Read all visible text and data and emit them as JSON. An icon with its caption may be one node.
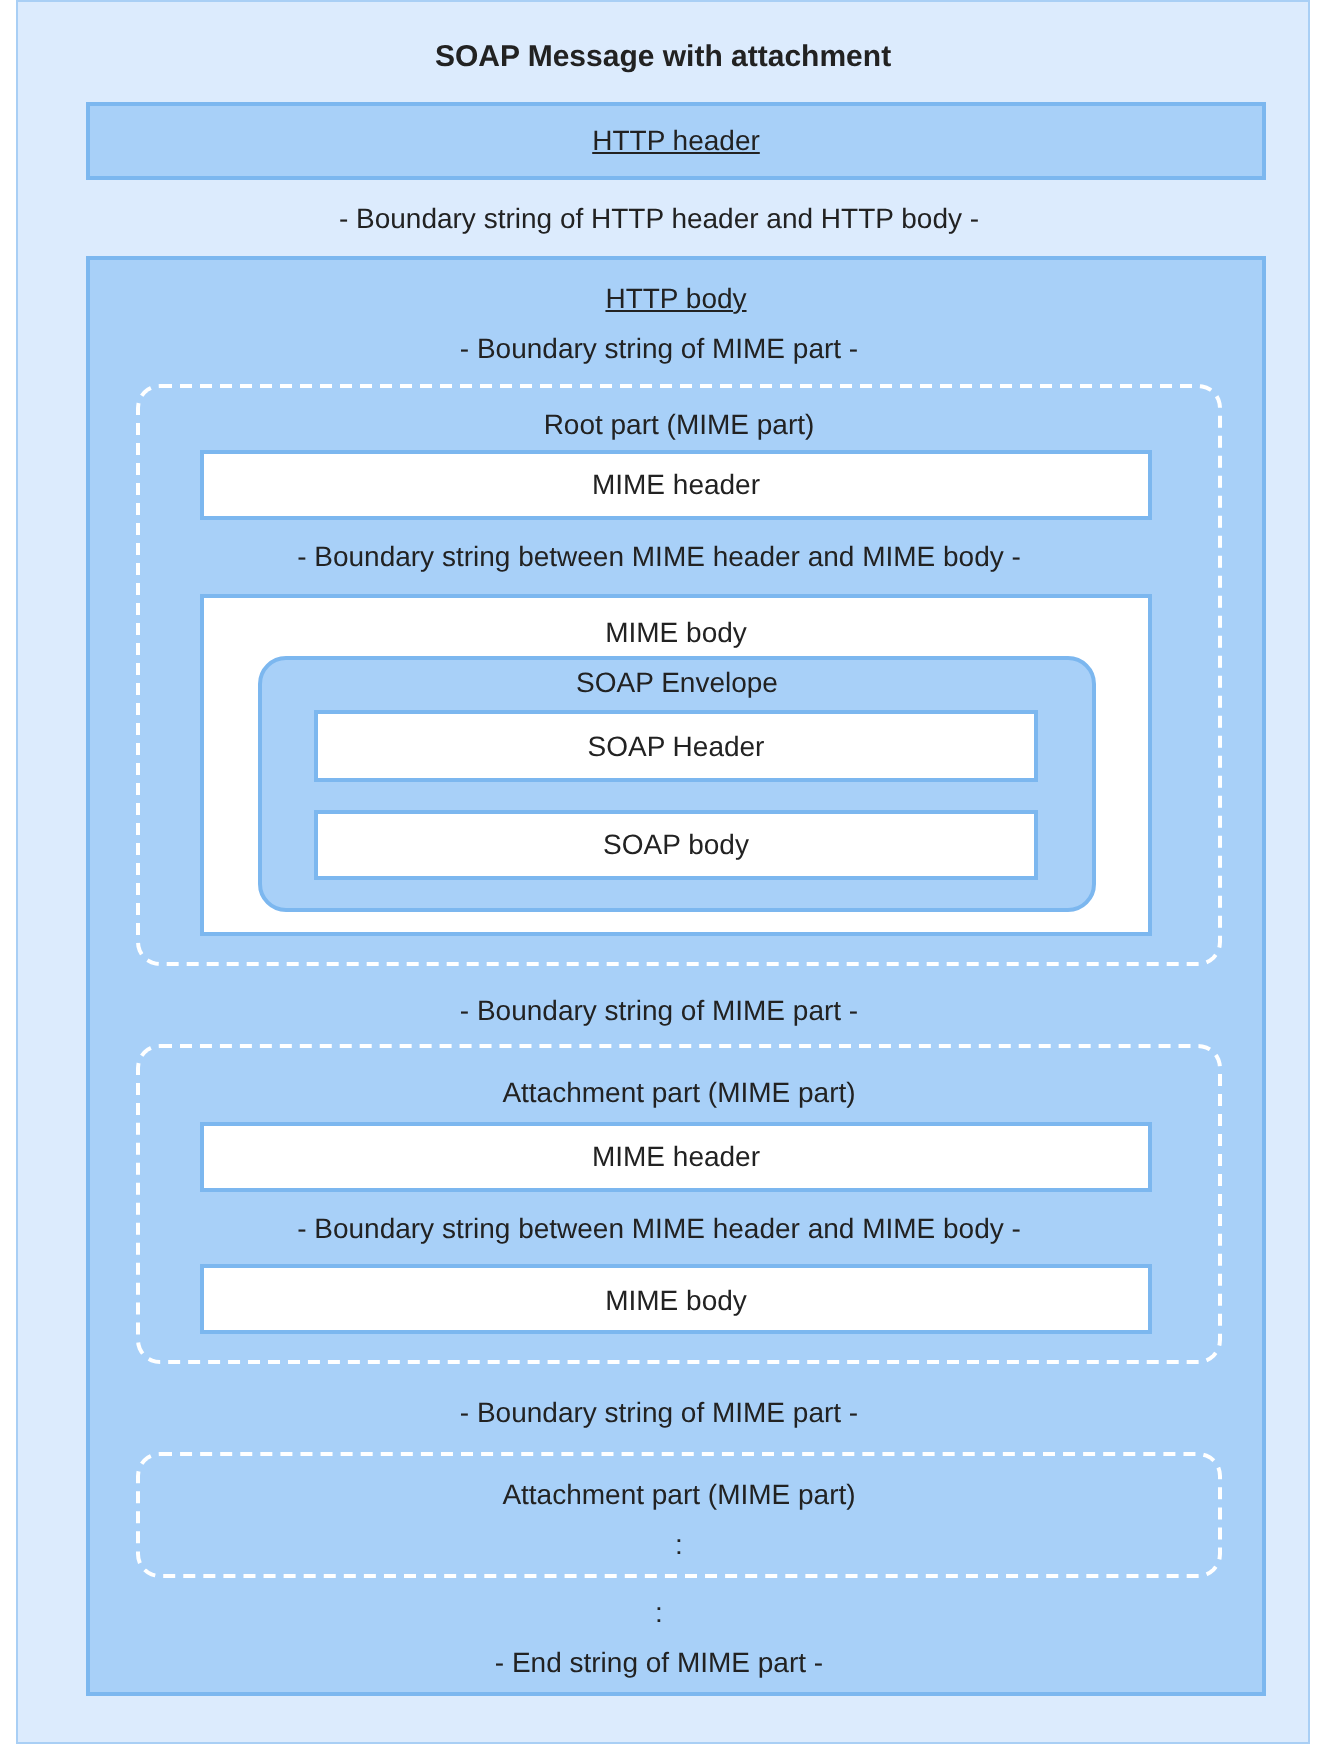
{
  "diagram": {
    "nodes": [
      {
        "text": [
          "SOAP Message with attachment"
        ]
      },
      {
        "text": [
          "HTTP header"
        ],
        "in": 0
      },
      {
        "text": [
          "HTTP body"
        ],
        "in": 0
      },
      {
        "text": [
          "Root part (MIME part)"
        ],
        "in": 2
      },
      {
        "text": [
          "MIME header"
        ],
        "in": 3
      },
      {
        "text": [
          "MIME body"
        ],
        "in": 3
      },
      {
        "text": [
          "SOAP Envelope"
        ],
        "in": 5
      },
      {
        "text": [
          "SOAP Header"
        ],
        "in": 6
      },
      {
        "text": [
          "SOAP body"
        ],
        "in": 6
      },
      {
        "text": [
          "Attachment part (MIME part)"
        ],
        "in": 2
      },
      {
        "text": [
          "MIME header"
        ],
        "in": 9
      },
      {
        "text": [
          "MIME body"
        ],
        "in": 9
      },
      {
        "text": [
          "Attachment part (MIME part)",
          ":"
        ],
        "in": 2
      }
    ],
    "labels": [
      "- Boundary string of HTTP header and HTTP body -",
      "- Boundary string of MIME part -",
      "- Boundary string between MIME header and MIME body -",
      "- Boundary string of MIME part -",
      "- Boundary string between MIME header and MIME body -",
      "- Boundary string of MIME part -",
      ":",
      "- End string of MIME part -"
    ]
  }
}
